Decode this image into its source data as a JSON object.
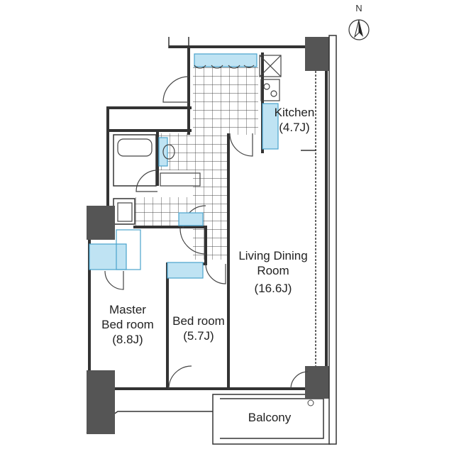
{
  "compass": {
    "label": "N"
  },
  "rooms": {
    "kitchen": {
      "name": "Kitchen",
      "area": "(4.7J)"
    },
    "living": {
      "name_line1": "Living Dining",
      "name_line2": "Room",
      "area": "(16.6J)"
    },
    "master": {
      "name_line1": "Master",
      "name_line2": "Bed room",
      "area": "(8.8J)"
    },
    "bedroom": {
      "name": "Bed room",
      "area": "(5.7J)"
    },
    "balcony": {
      "name": "Balcony"
    }
  },
  "colors": {
    "wall": "#333333",
    "column": "#555555",
    "fixture_fill": "#bfe3f3",
    "fixture_stroke": "#4aa3cc"
  }
}
